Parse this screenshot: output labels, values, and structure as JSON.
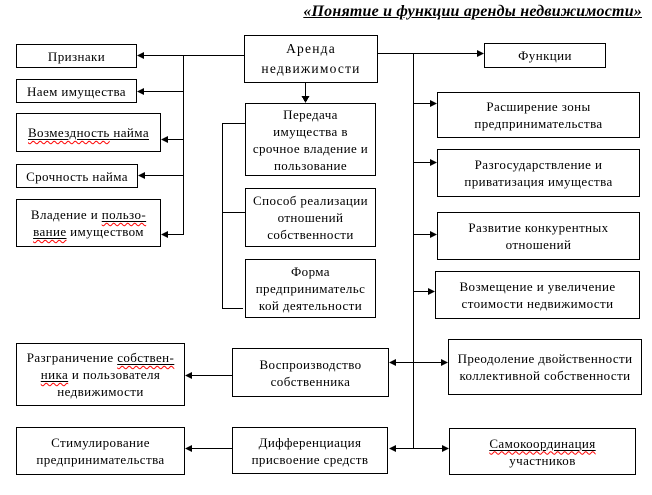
{
  "title": "«Понятие и функции аренды недвижимости»",
  "colors": {
    "background": "#ffffff",
    "text": "#000000",
    "box_border": "#000000",
    "line": "#000000",
    "spellcheck_underline": "#ff0000"
  },
  "nodes": {
    "arenda": {
      "label": "Аренда\nнедвижимости"
    },
    "priznaki": {
      "label": "Признаки"
    },
    "funkcii": {
      "label": "Функции"
    },
    "naem": {
      "label": "Наем имущества"
    },
    "vozmezdnost": {
      "misspelled": "Возмездность",
      "rest": " найма"
    },
    "srochnost": {
      "label": "Срочность найма"
    },
    "vladenie": {
      "line1_start": "Владение и ",
      "line1_misspelled": "пользо-",
      "line2_misspelled": "вание",
      "line2_rest": " имуществом"
    },
    "peredacha": {
      "label": "Передача\nимущества в\nсрочное владение и\nпользование"
    },
    "sposob": {
      "label": "Способ реализации\nотношений\nсобственности"
    },
    "forma": {
      "label": "Форма\nпредпринимательс\nкой деятельности"
    },
    "vosproizvodstvo": {
      "label": "Воспроизводство\nсобственника"
    },
    "differenciacija": {
      "label": "Дифференциация\nприсвоение средств"
    },
    "razgranichenie": {
      "line1_start": "Разграничение ",
      "line1_misspelled": "собствен-",
      "line2_misspelled": "ника",
      "line2_rest": " и пользователя",
      "line3": "недвижимости"
    },
    "stimulirovanie": {
      "label": "Стимулирование\nпредпринимательства"
    },
    "rasshirenie": {
      "label": "Расширение зоны\nпредпринимательства"
    },
    "razgosudarstvlenie": {
      "label": "Разгосударствление и\nприватизация имущества"
    },
    "razvitie": {
      "label": "Развитие конкурентных\nотношений"
    },
    "vozmeshhenie": {
      "label": "Возмещение и увеличение\nстоимости недвижимости"
    },
    "preodolenie": {
      "label": "Преодоление двойственности\nколлективной собственности"
    },
    "samokoordinacija": {
      "misspelled": "Самокоординация",
      "line2": "участников"
    }
  }
}
